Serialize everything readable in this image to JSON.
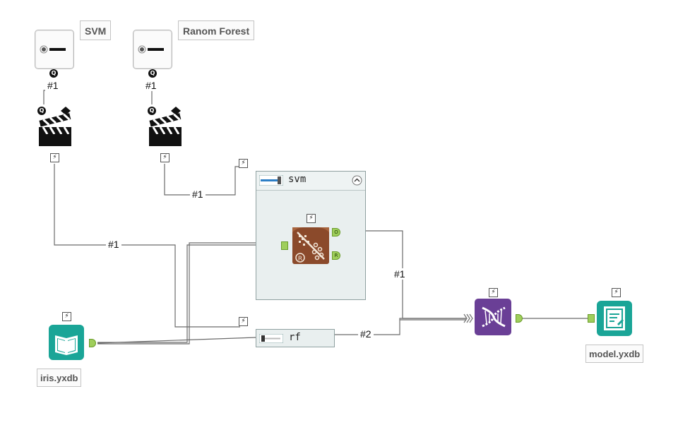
{
  "nodes": {
    "svm_param": {
      "annotation": "SVM",
      "badge": "Q",
      "conn": "#1"
    },
    "rf_param": {
      "annotation": "Ranom Forest",
      "badge": "Q",
      "conn": "#1"
    },
    "svm_macro": {
      "badge": "Q"
    },
    "rf_macro": {
      "badge": "Q"
    },
    "input": {
      "label": "iris.yxdb"
    },
    "output": {
      "label": "model.yxdb"
    },
    "svm_container": {
      "title": "svm",
      "anchor_o": "O",
      "anchor_r": "R"
    },
    "rf_container": {
      "title": "rf"
    }
  },
  "connections": {
    "c1": "#1",
    "c2": "#1",
    "c3": "#1",
    "c4": "#2"
  },
  "colors": {
    "teal": "#1aa597",
    "purple": "#6a3f96",
    "brown": "#8b4a2b",
    "anchor_green": "#9fce5b",
    "line": "#6b6b6b"
  },
  "icons": {
    "slider": "slider-icon",
    "clapperboard": "clapperboard-icon",
    "book": "book-icon",
    "document": "document-icon",
    "dna": "dna-icon",
    "scatter": "scatter-model-icon",
    "bolt": "lightning-bolt-icon"
  }
}
